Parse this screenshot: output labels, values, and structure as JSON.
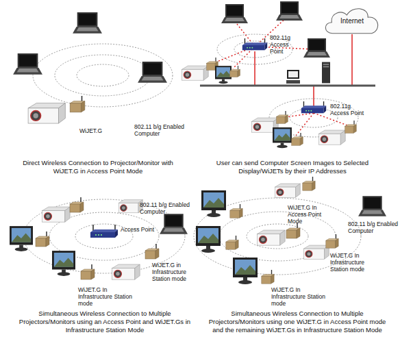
{
  "diagram": {
    "nodes": [
      {
        "text": [
          "Internet"
        ]
      }
    ],
    "labels": [
      "WiJET.G",
      "802.11 b/g Enabled Computer",
      "Direct Wireless Connection to Projector/Monitor with WiJET.G in Access Point Mode",
      "802.11g Access Point",
      "802.11g Access Point",
      "User can send Computer Screen Images to Selected Display/WiJETs by their IP Addresses",
      "802.11 b/g Enabled Computer",
      "Access Point",
      "WiJET.G in Infrastructure Station mode",
      "WiJET.G In Infrastructure Station mode",
      "Simultaneous Wireless Connection to Multiple Projectors/Monitors using an Access Point and WiJET.Gs in Infrastructure Station Mode",
      "WiJET.G In Access Point Mode",
      "802.11 b/g Enabled Computer",
      "WiJET.G In Infrastructure Station mode",
      "WiJET.G In Infrastructure Station mode",
      "Simultaneous Wireless Connection to Multiple Projectors/Monitors using one WiJET.G in Access Point mode and the remaining WiJET.Gs in Infrastructure Station Mode"
    ]
  }
}
